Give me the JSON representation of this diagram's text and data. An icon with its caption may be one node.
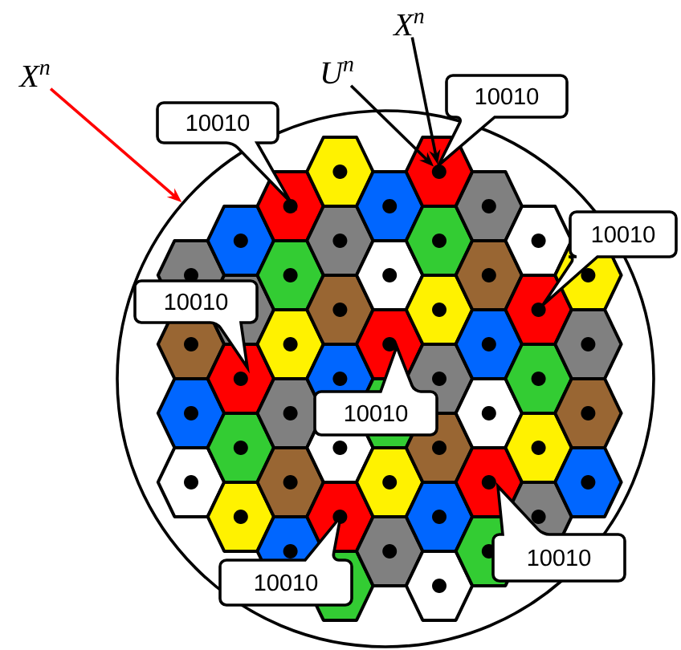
{
  "diagram": {
    "nodes": [
      {
        "text": [],
        "shape": "circle"
      },
      {
        "text": [
          "10010"
        ]
      },
      {
        "text": [
          "10010"
        ]
      },
      {
        "text": [
          "10010"
        ]
      },
      {
        "text": [
          "10010"
        ],
        "in": 0
      },
      {
        "text": [
          "10010"
        ],
        "in": 0
      },
      {
        "text": [
          "10010"
        ],
        "in": 0
      },
      {
        "text": [
          "10010"
        ],
        "in": 0
      },
      {
        "text": [
          "X$^{n}$"
        ]
      },
      {
        "text": [
          "X$^{n}$"
        ]
      },
      {
        "text": [
          "U$^{n}$"
        ]
      },
      {
        "text": [],
        "shape": "hexagon",
        "in": 0
      }
    ],
    "edges": [
      {
        "from": 8,
        "to": 0,
        "arrow": "to",
        "color": "#ff0000"
      },
      {
        "from": 9,
        "to": 11,
        "arrow": "to"
      },
      {
        "from": 10,
        "to": 11,
        "arrow": "to"
      }
    ]
  }
}
